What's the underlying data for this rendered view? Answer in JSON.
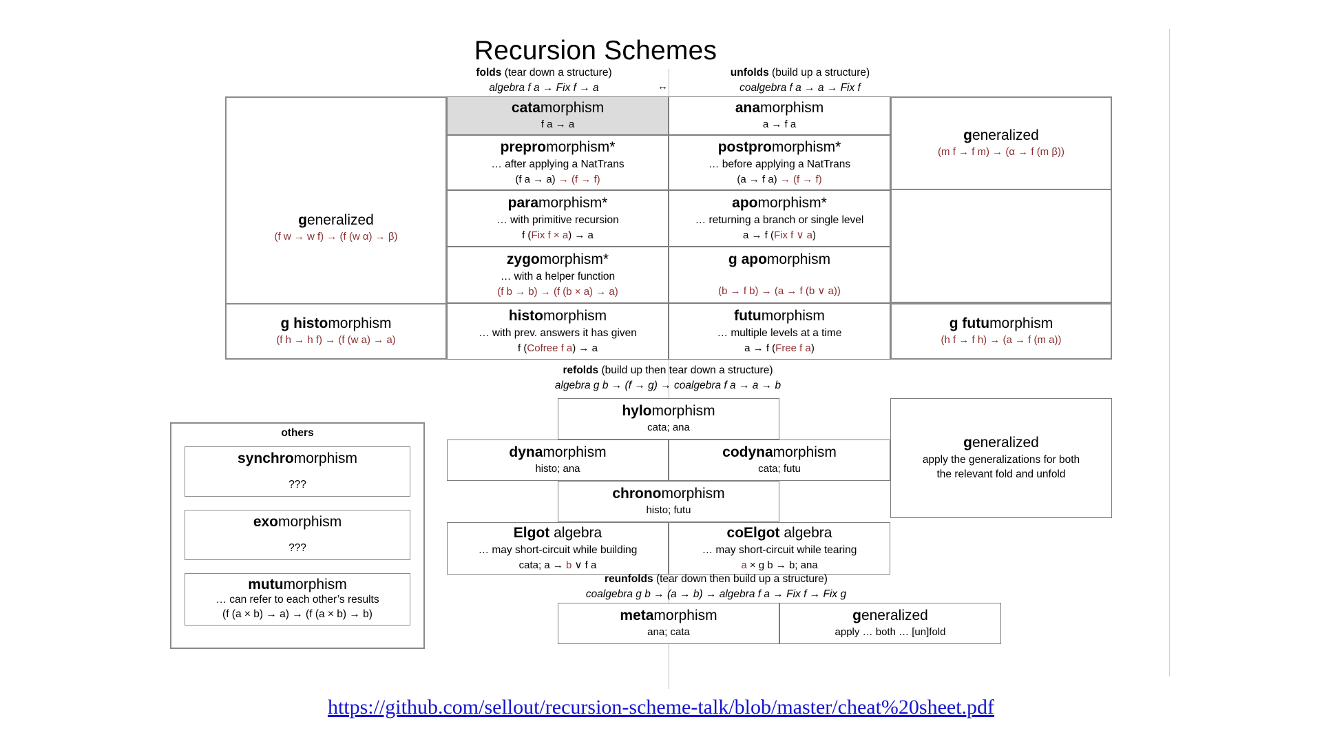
{
  "title": "Recursion Schemes",
  "headers": {
    "folds": {
      "bold": "folds",
      "rest": " (tear down a structure)",
      "sig": "algebra f a → Fix f → a"
    },
    "unfolds": {
      "bold": "unfolds",
      "rest": " (build up a structure)",
      "sig": "coalgebra f a → a → Fix f"
    },
    "bidir_icon": "↔",
    "refolds": {
      "bold": "refolds",
      "rest": " (build up then tear down a structure)",
      "sig": "algebra g b → (f → g) → coalgebra f a → a → b"
    },
    "reunfolds": {
      "bold": "reunfolds",
      "rest": " (tear down then build up a structure)",
      "sig": "coalgebra g b → (a → b) → algebra f a → Fix f → Fix g"
    }
  },
  "colors": {
    "formula_red": "#8b2f2f",
    "shaded_cell": "#dcdcdc",
    "link": "#1414d0",
    "border": "#7d7d7d"
  },
  "main": {
    "generalized_fold": {
      "name_bold": "g",
      "name_rest": "eneralized",
      "sig": "(f w → w f) → (f (w α) → β)"
    },
    "generalized_unfold": {
      "name_bold": "g",
      "name_rest": "eneralized",
      "sig": "(m f → f m) → (α → f (m β))"
    },
    "cata": {
      "name_bold": "cata",
      "name_rest": "morphism",
      "desc": "",
      "sig": "f a → a"
    },
    "ana": {
      "name_bold": "ana",
      "name_rest": "morphism",
      "desc": "",
      "sig": "a → f a"
    },
    "prepro": {
      "name_bold": "prepro",
      "name_rest": "morphism*",
      "desc": "… after applying a NatTrans",
      "sig_plain": "(f a → a) ",
      "sig_red": "→ (f → f)"
    },
    "postpro": {
      "name_bold": "postpro",
      "name_rest": "morphism*",
      "desc": "… before applying a NatTrans",
      "sig_plain": "(a → f a) ",
      "sig_red": "→ (f → f)"
    },
    "para": {
      "name_bold": "para",
      "name_rest": "morphism*",
      "desc": "… with primitive recursion",
      "sig_pre": "f (",
      "sig_red": "Fix f × a",
      "sig_post": ") → a"
    },
    "apo": {
      "name_bold": "apo",
      "name_rest": "morphism*",
      "desc": "… returning a branch or single level",
      "sig_pre": "a → f (",
      "sig_red": "Fix f ∨ a",
      "sig_post": ")"
    },
    "zygo": {
      "name_bold": "zygo",
      "name_rest": "morphism*",
      "desc": "… with a helper function",
      "sig": "(f b → b) → (f (b × a) → a)"
    },
    "gapo": {
      "name_bold": "g apo",
      "name_rest": "morphism",
      "desc": "",
      "sig": "(b → f b) → (a → f (b ∨ a))"
    },
    "ghisto": {
      "name_bold": "g histo",
      "name_rest": "morphism",
      "sig": "(f h → h f) → (f (w a) → a)"
    },
    "histo": {
      "name_bold": "histo",
      "name_rest": "morphism",
      "desc": "… with prev. answers it has given",
      "sig_pre": "f (",
      "sig_red": "Cofree f a",
      "sig_post": ") → a"
    },
    "futu": {
      "name_bold": "futu",
      "name_rest": "morphism",
      "desc": "… multiple levels at a time",
      "sig_pre": "a → f (",
      "sig_red": "Free f a",
      "sig_post": ")"
    },
    "gfutu": {
      "name_bold": "g futu",
      "name_rest": "morphism",
      "sig": "(h f → f h) → (a → f (m a))"
    }
  },
  "refolds": {
    "hylo": {
      "name_bold": "hylo",
      "name_rest": "morphism",
      "sig": "cata; ana"
    },
    "dyna": {
      "name_bold": "dyna",
      "name_rest": "morphism",
      "sig": "histo; ana"
    },
    "codyna": {
      "name_bold": "codyna",
      "name_rest": "morphism",
      "sig": "cata; futu"
    },
    "chrono": {
      "name_bold": "chrono",
      "name_rest": "morphism",
      "sig": "histo; futu"
    },
    "elgot": {
      "name_bold": "Elgot",
      "name_rest": " algebra",
      "desc": "… may short-circuit while building",
      "sig_pre": "cata; a → ",
      "sig_red": "b",
      "sig_post": " ∨ f a"
    },
    "coelgot": {
      "name_bold": "coElgot",
      "name_rest": " algebra",
      "desc": "… may short-circuit while tearing",
      "sig_red": "a",
      "sig_post": " × g b → b; ana"
    },
    "generalized": {
      "name_bold": "g",
      "name_rest": "eneralized",
      "desc1": "apply the generalizations for both",
      "desc2": "the relevant fold and unfold"
    }
  },
  "reunfolds": {
    "meta": {
      "name_bold": "meta",
      "name_rest": "morphism",
      "sig": "ana; cata"
    },
    "generalized": {
      "name_bold": "g",
      "name_rest": "eneralized",
      "sig": "apply … both … [un]fold"
    }
  },
  "others": {
    "title": "others",
    "items": [
      {
        "name_bold": "synchro",
        "name_rest": "morphism",
        "desc": "",
        "sig": "???"
      },
      {
        "name_bold": "exo",
        "name_rest": "morphism",
        "desc": "",
        "sig": "???"
      },
      {
        "name_bold": "mutu",
        "name_rest": "morphism",
        "desc": "… can refer to each other’s results",
        "sig": "(f (a × b) → a) → (f (a × b) → b)"
      }
    ]
  },
  "url": "https://github.com/sellout/recursion-scheme-talk/blob/master/cheat%20sheet.pdf"
}
